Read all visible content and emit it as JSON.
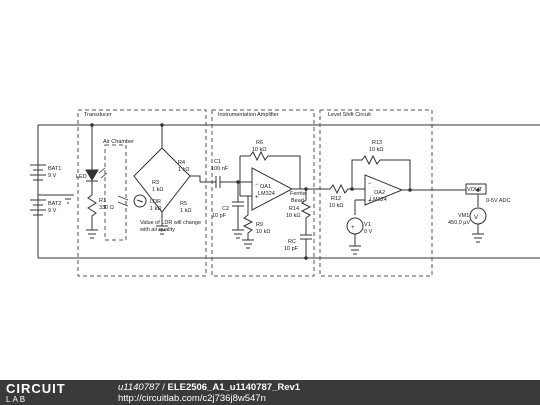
{
  "sections": {
    "transducer": "Transducer",
    "instrumentation_amplifier": "Instrumentation Amplifier",
    "level_shift": "Level Shift Circuit",
    "air_chamber": "Air Chamber"
  },
  "components": {
    "bat1": {
      "name": "BAT1",
      "value": "9 V"
    },
    "bat2": {
      "name": "BAT2",
      "value": "9 V"
    },
    "led": {
      "name": "LED"
    },
    "r1": {
      "name": "R1",
      "value": "330 Ω"
    },
    "r4": {
      "name": "R4",
      "value": "1 kΩ"
    },
    "r3": {
      "name": "R3",
      "value": "1 kΩ"
    },
    "r5": {
      "name": "R5",
      "value": "1 kΩ"
    },
    "ldr": {
      "name": "LDR",
      "value": "1 kΩ"
    },
    "c1": {
      "name": "C1",
      "value": "100 nF"
    },
    "c2": {
      "name": "C2",
      "value": "10 pF"
    },
    "r6": {
      "name": "R6",
      "value": "10 kΩ"
    },
    "oa1": {
      "name": "OA1",
      "value": "LM324"
    },
    "r9": {
      "name": "R9",
      "value": "10 kΩ"
    },
    "ferrite": {
      "name": "Ferrite",
      "value": "Bead"
    },
    "r14": {
      "name": "R14",
      "value": "10 kΩ"
    },
    "rc": {
      "name": "RC",
      "value": "10 pF"
    },
    "r13": {
      "name": "R13",
      "value": "10 kΩ"
    },
    "r12": {
      "name": "R12",
      "value": "10 kΩ"
    },
    "oa2": {
      "name": "OA2",
      "value": "LM324"
    },
    "v1": {
      "name": "V1",
      "value": "0 V"
    },
    "vm1": {
      "name": "VM1",
      "value": "450.0 µV"
    }
  },
  "notes": {
    "ldr_line1": "Value of LDR will change",
    "ldr_line2": "with air quality",
    "vout": "VOUT",
    "range": "0-5V ADC"
  },
  "footer": {
    "logo_top": "CIRCUIT",
    "logo_bottom": "LAB",
    "user": "u1140787",
    "separator": " / ",
    "title": "ELE2506_A1_u1140787_Rev1",
    "url": "http://circuitlab.com/c2j736j8w547n"
  }
}
